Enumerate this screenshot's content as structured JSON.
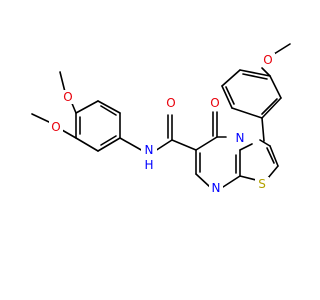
{
  "molecule": {
    "atom_labels": {
      "O_methoxy_left_top": "O",
      "O_methoxy_left_bottom": "O",
      "O_methoxy_right": "O",
      "O_carbonyl_amide": "O",
      "O_carbonyl_ring": "O",
      "NH_amide": "N",
      "H_amide": "H",
      "N_ring_bridge": "N",
      "N_ring_bottom": "N",
      "S_ring": "S"
    },
    "colors": {
      "oxygen": "#e8000b",
      "nitrogen": "#0000ff",
      "sulfur": "#b3a200",
      "carbon_bond": "#000000"
    }
  }
}
